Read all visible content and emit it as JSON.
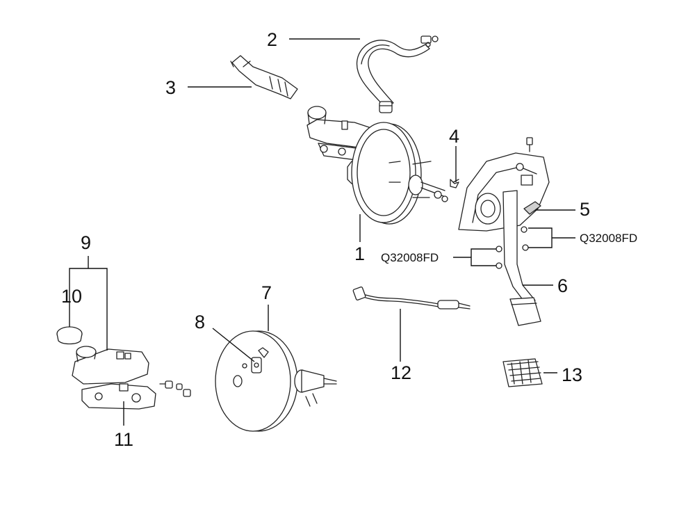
{
  "labels": {
    "p1": "1",
    "p2": "2",
    "p3": "3",
    "p4": "4",
    "p5": "5",
    "p6": "6",
    "p7": "7",
    "p8": "8",
    "p9": "9",
    "p10": "10",
    "p11": "11",
    "p12": "12",
    "p13": "13",
    "fastener_right": "Q32008FD",
    "fastener_left": "Q32008FD"
  }
}
